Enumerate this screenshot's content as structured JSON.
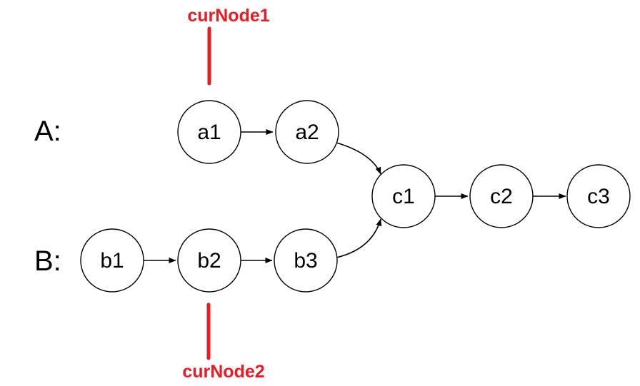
{
  "colors": {
    "accent_red": "#ea1b23",
    "line_black": "#000000"
  },
  "list_a": {
    "label": "A:",
    "nodes": [
      "a1",
      "a2"
    ]
  },
  "list_b": {
    "label": "B:",
    "nodes": [
      "b1",
      "b2",
      "b3"
    ]
  },
  "shared_tail": {
    "nodes": [
      "c1",
      "c2",
      "c3"
    ]
  },
  "pointers": {
    "curNode1": {
      "label": "curNode1"
    },
    "curNode2": {
      "label": "curNode2"
    }
  }
}
